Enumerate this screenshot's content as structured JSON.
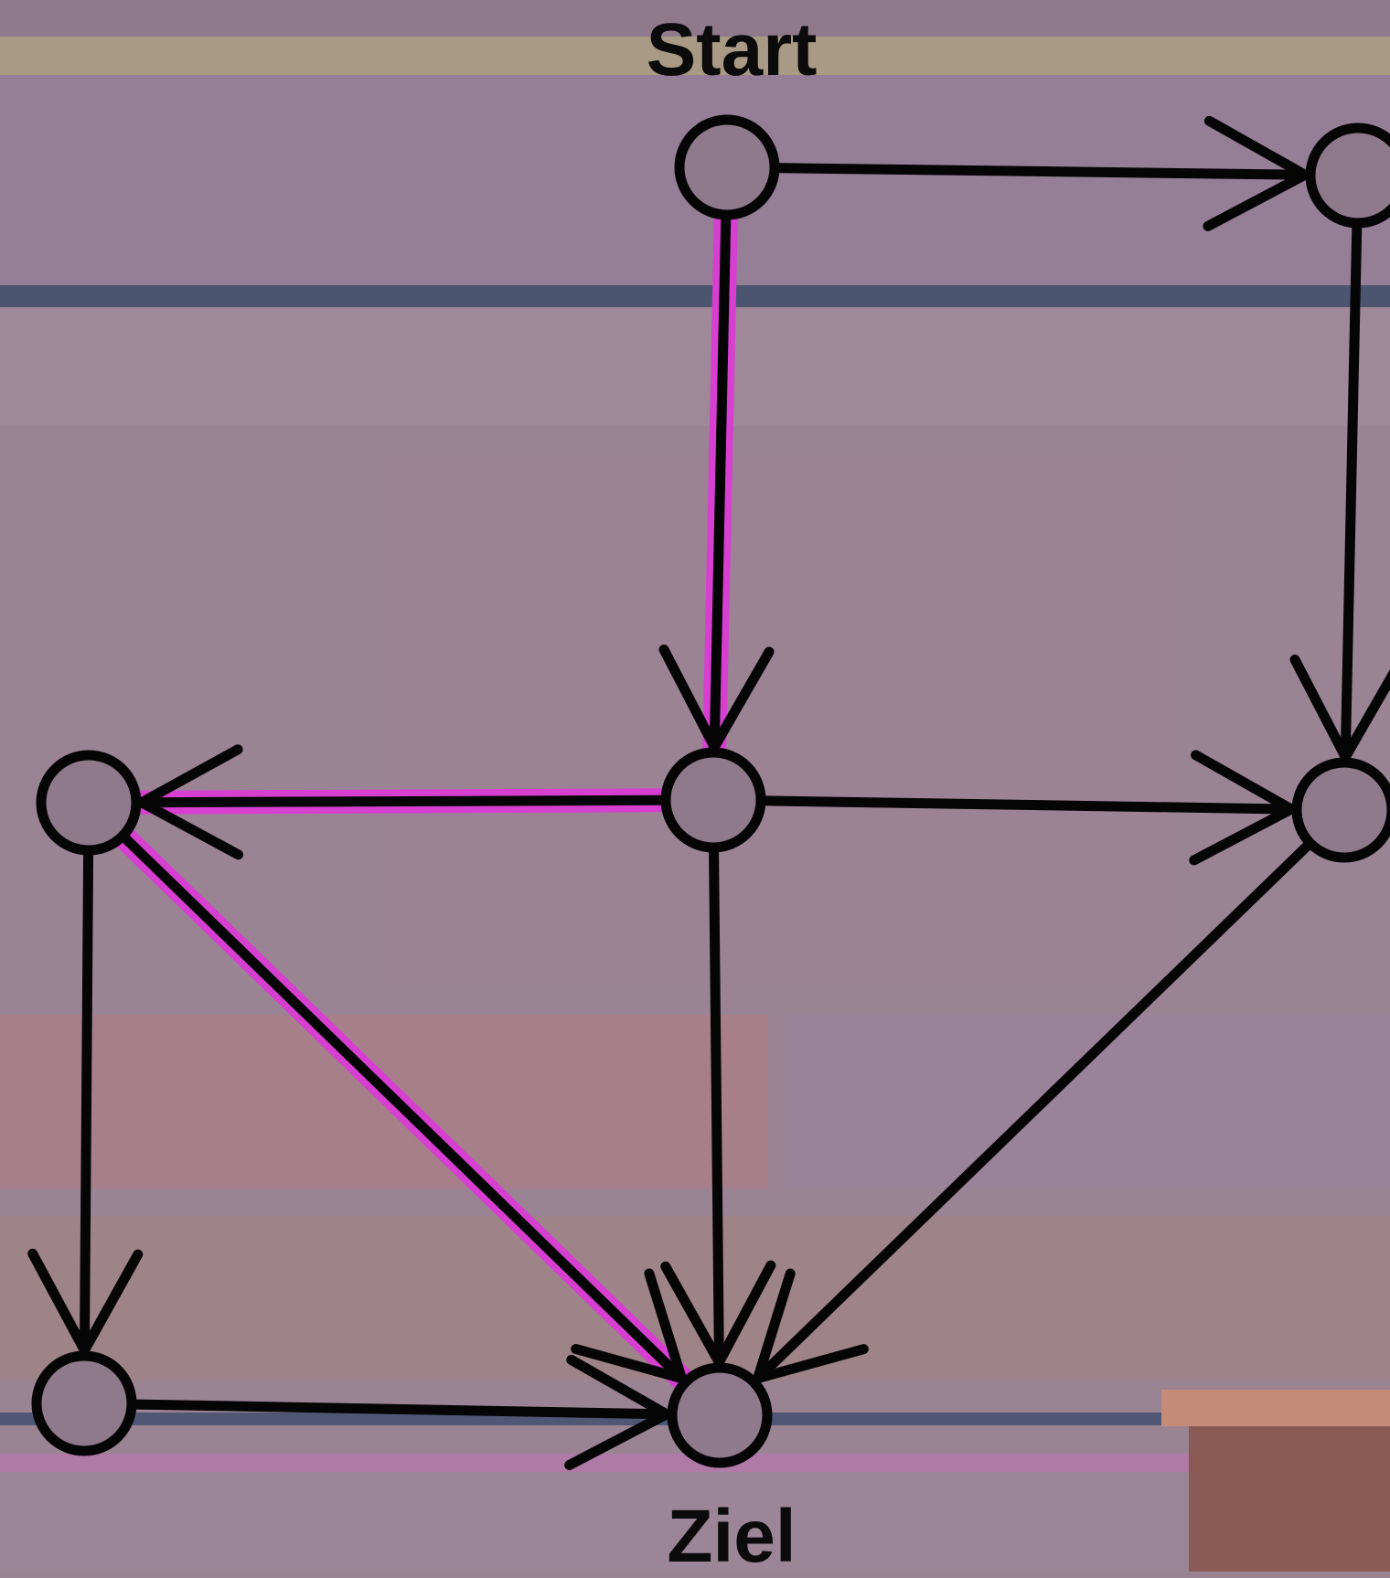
{
  "diagram": {
    "start_label": "Start",
    "goal_label": "Ziel",
    "colors": {
      "background": "#9a8494",
      "edge": "#050505",
      "node_fill": "#8e7a8a",
      "node_stroke": "#050505",
      "highlight": "#d63fd0"
    },
    "nodes": [
      {
        "id": "start"
      },
      {
        "id": "top-right"
      },
      {
        "id": "middle"
      },
      {
        "id": "left"
      },
      {
        "id": "right"
      },
      {
        "id": "bottom-left"
      },
      {
        "id": "goal"
      }
    ],
    "edges": [
      {
        "from": "start",
        "to": "top-right",
        "highlighted": false
      },
      {
        "from": "top-right",
        "to": "right",
        "highlighted": false
      },
      {
        "from": "start",
        "to": "middle",
        "highlighted": true
      },
      {
        "from": "middle",
        "to": "left",
        "highlighted": true
      },
      {
        "from": "middle",
        "to": "right",
        "highlighted": false
      },
      {
        "from": "middle",
        "to": "goal",
        "highlighted": false
      },
      {
        "from": "left",
        "to": "bottom-left",
        "highlighted": false
      },
      {
        "from": "left",
        "to": "goal",
        "highlighted": true
      },
      {
        "from": "right",
        "to": "goal",
        "highlighted": false
      },
      {
        "from": "bottom-left",
        "to": "goal",
        "highlighted": false
      }
    ]
  }
}
